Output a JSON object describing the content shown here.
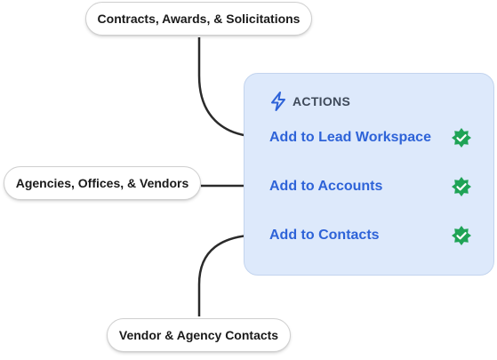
{
  "sources": {
    "contracts": "Contracts, Awards, & Solicitations",
    "agencies": "Agencies, Offices, & Vendors",
    "vendors": "Vendor & Agency Contacts"
  },
  "actions_panel": {
    "title": "ACTIONS",
    "icon": "lightning-bolt-icon",
    "items": [
      {
        "label": "Add to Lead Workspace",
        "status_icon": "check-badge-icon"
      },
      {
        "label": "Add to Accounts",
        "status_icon": "check-badge-icon"
      },
      {
        "label": "Add to Contacts",
        "status_icon": "check-badge-icon"
      }
    ]
  },
  "colors": {
    "panel_background": "#dde9fb",
    "action_text": "#2e63d8",
    "check_badge": "#1fa356",
    "arrow": "#2a2a2a",
    "bolt": "#2e63d8"
  }
}
